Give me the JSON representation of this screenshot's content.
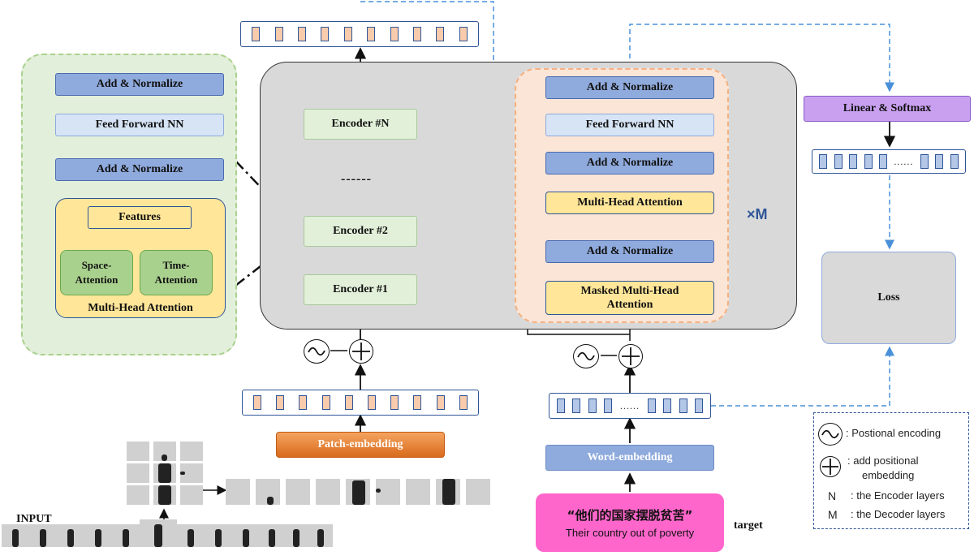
{
  "left_detail": {
    "add_norm_top": "Add & Normalize",
    "feed_forward": "Feed Forward NN",
    "add_norm_mid": "Add & Normalize",
    "features": "Features",
    "space_attention": "Space-\nAttention",
    "time_attention": "Time-\nAttention",
    "multi_head": "Multi-Head Attention"
  },
  "encoder": {
    "enc_n": "Encoder #N",
    "dashes": "------",
    "enc_2": "Encoder #2",
    "enc_1": "Encoder #1"
  },
  "decoder": {
    "add_norm_top": "Add & Normalize",
    "feed_forward": "Feed Forward NN",
    "add_norm_mid": "Add & Normalize",
    "multi_head": "Multi-Head Attention",
    "add_norm_low": "Add & Normalize",
    "masked": "Masked Multi-Head\nAttention",
    "repeat": "×M"
  },
  "output": {
    "linear_softmax": "Linear & Softmax",
    "strip_dots": "......",
    "loss": "Loss"
  },
  "embeddings": {
    "patch": "Patch-embedding",
    "word": "Word-embedding",
    "word_strip_dots": "......"
  },
  "input_label": "INPUT",
  "target": {
    "chinese": "“他们的国家摆脱贫苦”",
    "english": "Their country out of poverty",
    "label": "target"
  },
  "legend": {
    "positional": ": Postional encoding",
    "add_positional_1": ": add positional",
    "add_positional_2": "embedding",
    "n_key": "N",
    "n_desc": ": the Encoder layers",
    "m_key": "M",
    "m_desc": ": the Decoder layers"
  },
  "colors": {
    "blue_box": "#8faadc",
    "light_blue_box": "#d6e4f5",
    "yellow_box": "#ffe699",
    "green_box": "#a9d18e",
    "encoder_box": "#e2f0d9",
    "patch_embedding": "#e97e2e",
    "word_embedding": "#8faadc",
    "linear_softmax": "#c9a0f0",
    "target_box": "#ff66cc",
    "dashed_line": "#4a90d9"
  }
}
